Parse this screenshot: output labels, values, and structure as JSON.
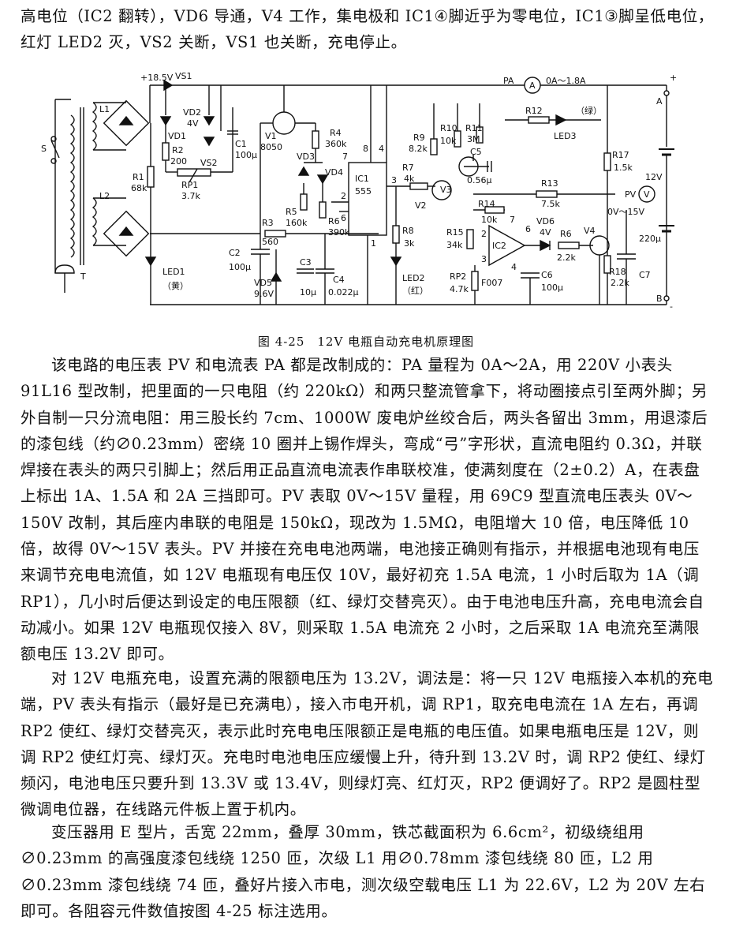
{
  "top_paragraph": "高电位（IC2 翻转），VD6 导通，V4 工作，集电极和 IC1④脚近乎为零电位，IC1③脚呈低电位，红灯 LED2 灭，VS2 关断，VS1 也关断，充电停止。",
  "figure": {
    "caption": "图 4-25　12V 电瓶自动充电机原理图",
    "labels": {
      "supply": "+18.5V",
      "vs1": "VS1",
      "pa": "PA",
      "pa_range": "0A～1.8A",
      "pa_symbol": "A",
      "terminal_a": "A",
      "terminal_b": "B",
      "plus": "+",
      "minus": "-",
      "s": "S",
      "t": "T",
      "l1": "L1",
      "l2": "L2",
      "vd1": "VD1",
      "vd2": "VD2",
      "vd2_val": "4V",
      "r2": "R2",
      "r2_val": "200",
      "vs2": "VS2",
      "c1": "C1",
      "c1_val": "100μ",
      "r1": "R1",
      "r1_val": "68k",
      "rp1": "RP1",
      "rp1_val": "3.7k",
      "v1": "V1",
      "v1_val": "8050",
      "r4": "R4",
      "r4_val": "360k",
      "vd3": "VD3",
      "vd4": "VD4",
      "ic1": "IC1",
      "ic1_val": "555",
      "pin8": "8",
      "pin4": "4",
      "pin7": "7",
      "pin2": "2",
      "pin6": "6",
      "pin1": "1",
      "pin3": "3",
      "r5": "R5",
      "r5_val": "160k",
      "r6": "R6",
      "r6_val": "390k",
      "r3": "R3",
      "r3_val": "560",
      "c2": "C2",
      "c2_val": "100μ",
      "vd5": "VD5",
      "vd5_val": "9.6V",
      "c3": "C3",
      "c3_val": "10μ",
      "c4": "C4",
      "c4_val": "0.022μ",
      "led1": "LED1",
      "led1_color": "（黄）",
      "r9": "R9",
      "r9_val": "8.2k",
      "r10": "R10",
      "r10_val": "10k",
      "r11": "R11",
      "r11_val": "3M",
      "c5": "C5",
      "c5_val": "0.56μ",
      "r7": "R7",
      "r7_val": "4k",
      "v2": "V2",
      "v3": "V3",
      "r8": "R8",
      "r8_val": "3k",
      "led2": "LED2",
      "led2_color": "（红）",
      "r12": "R12",
      "led3": "LED3",
      "led3_color": "（绿）",
      "r13": "R13",
      "r13_val": "7.5k",
      "r14": "R14",
      "r14_val": "10k",
      "r15": "R15",
      "r15_val": "34k",
      "ic2": "IC2",
      "rp2": "RP2",
      "rp2_val": "4.7k",
      "f007": "F007",
      "c6": "C6",
      "c6_val": "100μ",
      "vd6": "VD6",
      "vd6_val": "4V",
      "r6b": "R6",
      "r6b_val": "2.2k",
      "v4": "V4",
      "r17": "R17",
      "r17_val": "1.5k",
      "r18": "R18",
      "r18_val": "2.2k",
      "c7": "C7",
      "c7_val": "220μ",
      "pv": "PV",
      "pv_symbol": "V",
      "pv_range": "0V～15V",
      "battery": "12V",
      "pin_p2": "2",
      "pin_p3": "3",
      "pin_p4": "4",
      "pin_p6": "6",
      "pin_p7": "7"
    }
  },
  "paragraph_1": "该电路的电压表 PV 和电流表 PA 都是改制成的：PA 量程为 0A～2A，用 220V 小表头 91L16 型改制，把里面的一只电阻（约 220kΩ）和两只整流管拿下，将动圈接点引至两外脚；另外自制一只分流电阻：用三股长约 7cm、1000W 废电炉丝绞合后，两头各留出 3mm，用退漆后的漆包线（约∅0.23mm）密绕 10 圈并上锡作焊头，弯成“弓”字形状，直流电阻约 0.3Ω，并联焊接在表头的两只引脚上；然后用正品直流电流表作串联校准，使满刻度在（2±0.2）A，在表盘上标出 1A、1.5A 和 2A 三挡即可。PV 表取 0V～15V 量程，用 69C9 型直流电压表头 0V～150V 改制，其后座内串联的电阻是 150kΩ，现改为 1.5MΩ，电阻增大 10 倍，电压降低 10 倍，故得 0V～15V 表头。PV 并接在充电电池两端，电池接正确则有指示，并根据电池现有电压来调节充电电流值，如 12V 电瓶现有电压仅 10V，最好初充 1.5A 电流，1 小时后取为 1A（调 RP1），几小时后便达到设定的电压限额（红、绿灯交替亮灭）。由于电池电压升高，充电电流会自动减小。如果 12V 电瓶现仅接入 8V，则采取 1.5A 电流充 2 小时，之后采取 1A 电流充至满限额电压 13.2V 即可。",
  "paragraph_2": "对 12V 电瓶充电，设置充满的限额电压为 13.2V，调法是：将一只 12V 电瓶接入本机的充电端，PV 表头有指示（最好是已充满电），接入市电开机，调 RP1，取充电电流在 1A 左右，再调 RP2 使红、绿灯交替亮灭，表示此时充电电压限额正是电瓶的电压值。如果电瓶电压是 12V，则调 RP2 使红灯亮、绿灯灭。充电时电池电压应缓慢上升，待升到 13.2V 时，调 RP2 使红、绿灯频闪，电池电压只要升到 13.3V 或 13.4V，则绿灯亮、红灯灭，RP2 便调好了。RP2 是圆柱型微调电位器，在线路元件板上置于机内。",
  "paragraph_3": "变压器用 E 型片，舌宽 22mm，叠厚 30mm，铁芯截面积为 6.6cm²，初级绕组用∅0.23mm 的高强度漆包线绕 1250 匝，次级 L1 用∅0.78mm 漆包线绕 80 匝，L2 用∅0.23mm 漆包线绕 74 匝，叠好片接入市电，测次级空载电压 L1 为 22.6V，L2 为 20V 左右即可。各阻容元件数值按图 4-25 标注选用。"
}
